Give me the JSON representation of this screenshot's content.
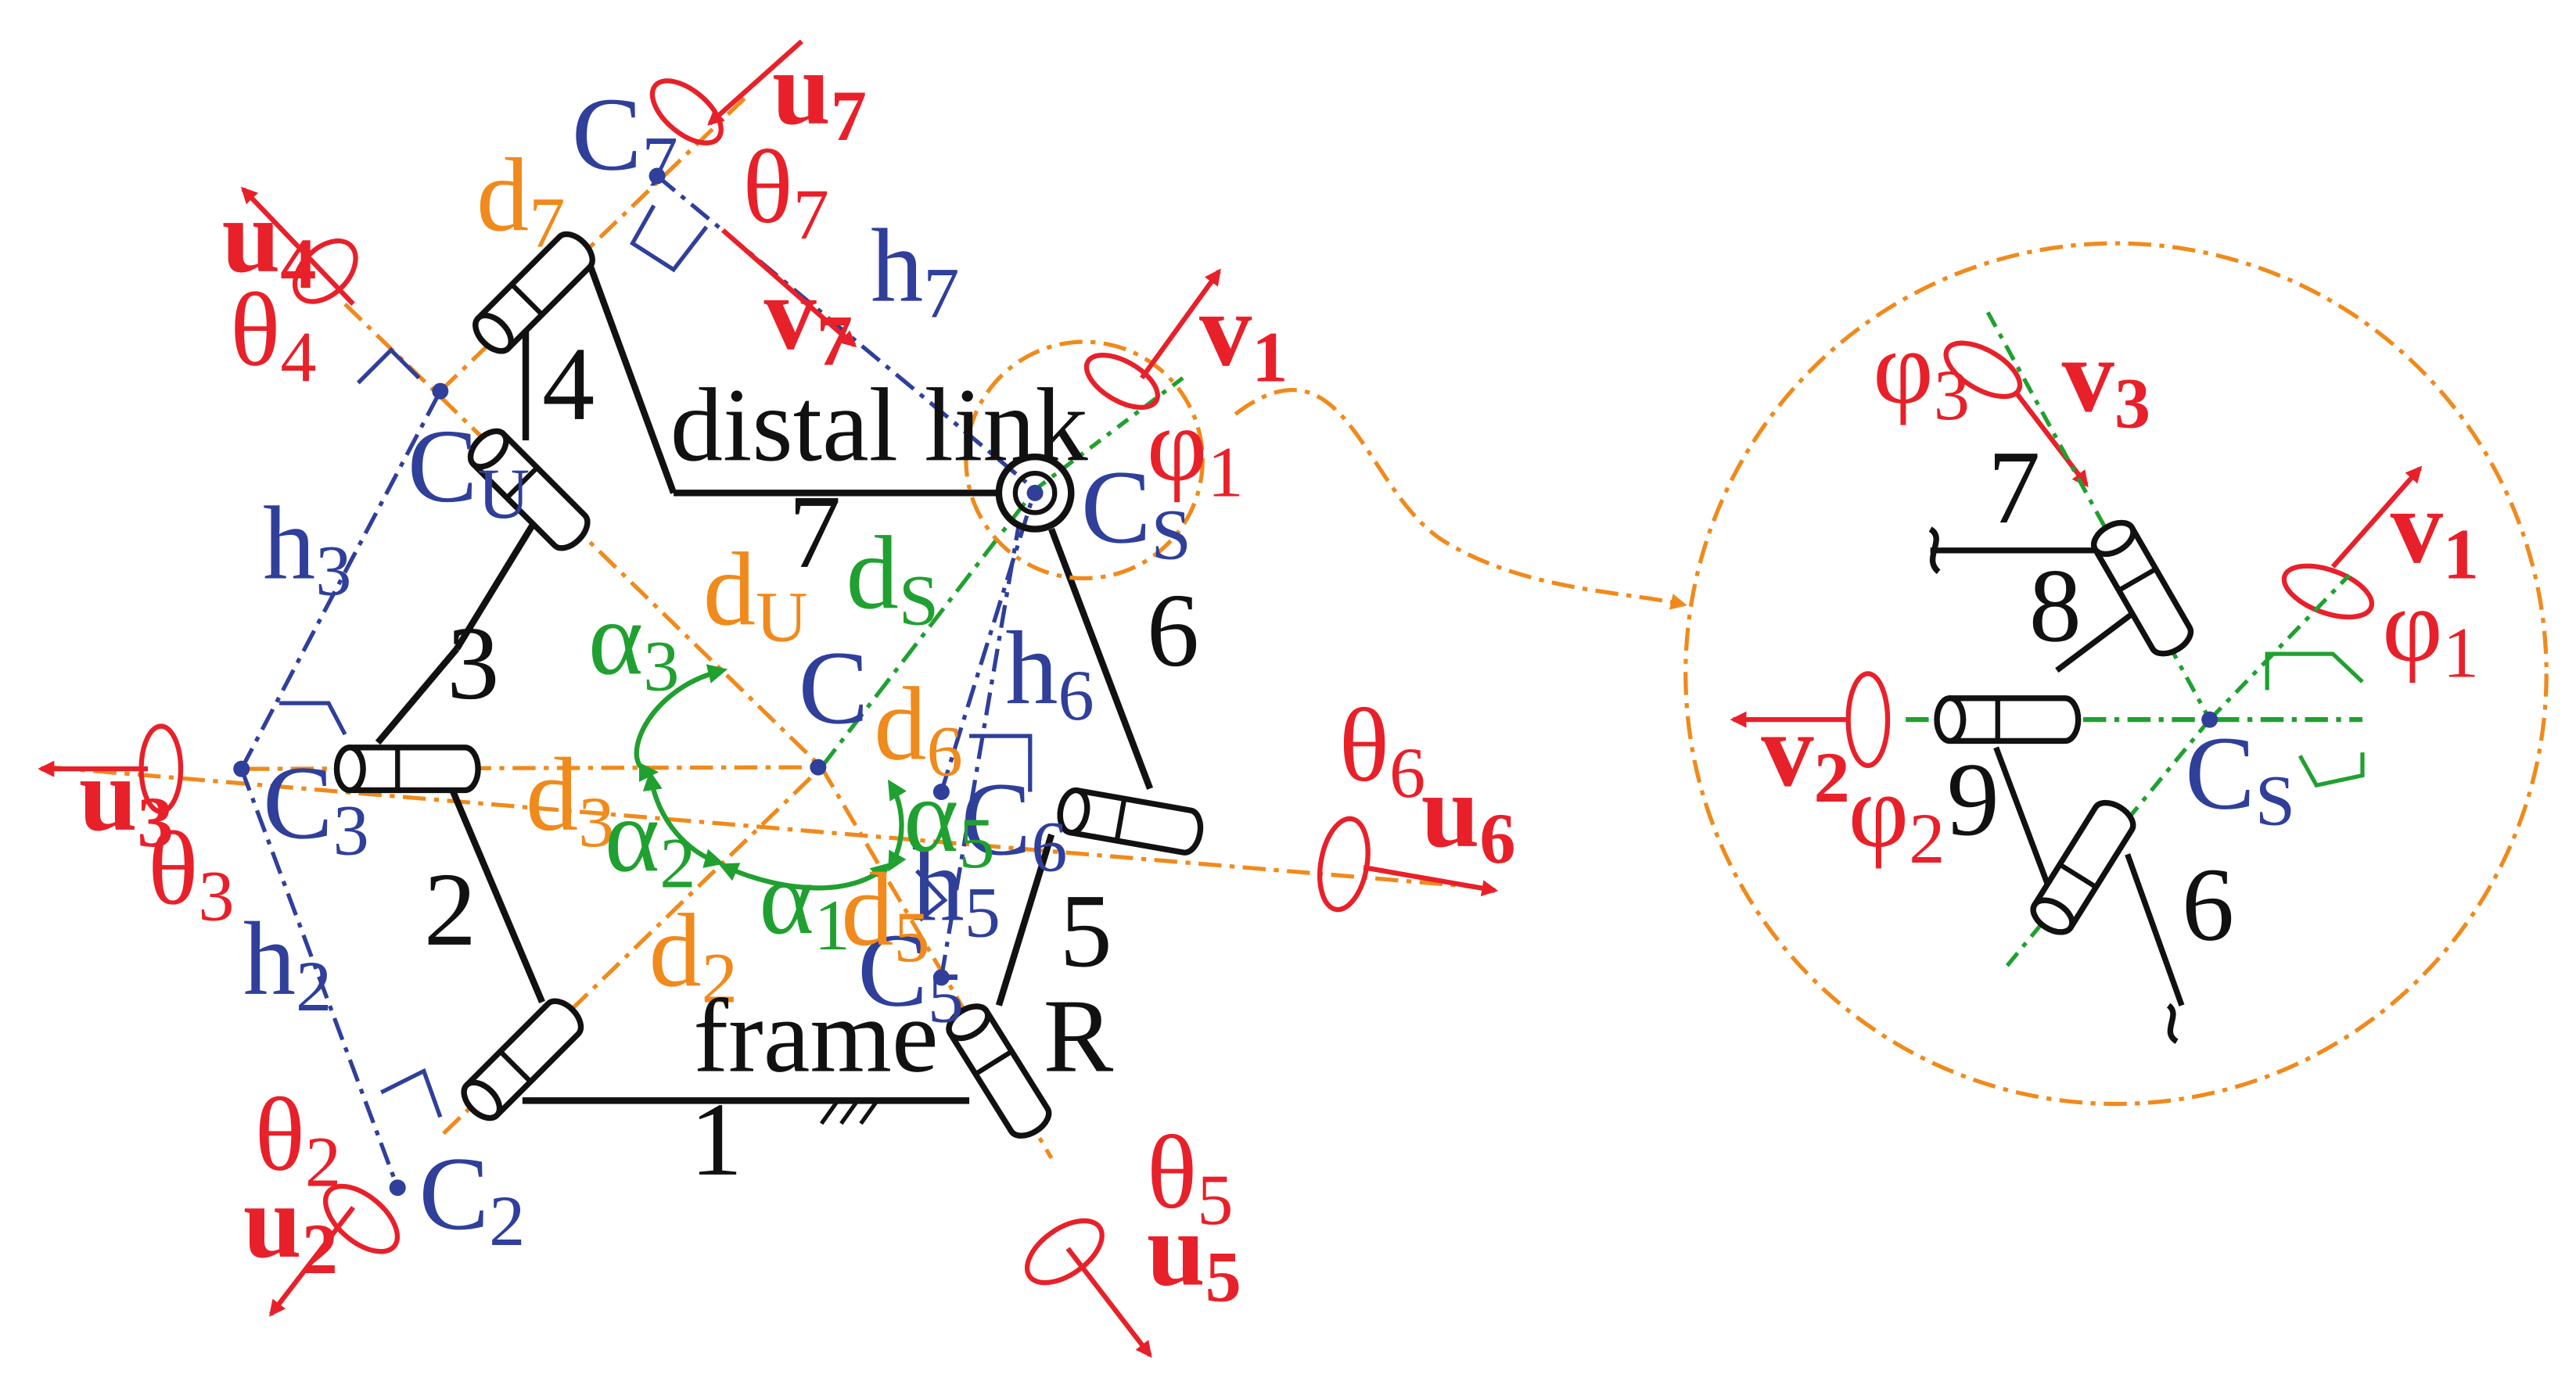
{
  "labels": {
    "C7": {
      "base": "C",
      "sub": "7"
    },
    "CU": {
      "base": "C",
      "sub": "U"
    },
    "h3": {
      "base": "h",
      "sub": "3"
    },
    "C3": {
      "base": "C",
      "sub": "3"
    },
    "h2": {
      "base": "h",
      "sub": "2"
    },
    "C2": {
      "base": "C",
      "sub": "2"
    },
    "h7": {
      "base": "h",
      "sub": "7"
    },
    "CS": {
      "base": "C",
      "sub": "S"
    },
    "h6": {
      "base": "h",
      "sub": "6"
    },
    "C": "C",
    "C6": {
      "base": "C",
      "sub": "6"
    },
    "h5": {
      "base": "h",
      "sub": "5"
    },
    "C5": {
      "base": "C",
      "sub": "5"
    },
    "inset_CS": {
      "base": "C",
      "sub": "S"
    },
    "d7": {
      "base": "d",
      "sub": "7"
    },
    "dU": {
      "base": "d",
      "sub": "U"
    },
    "d6": {
      "base": "d",
      "sub": "6"
    },
    "d3": {
      "base": "d",
      "sub": "3"
    },
    "d5": {
      "base": "d",
      "sub": "5"
    },
    "d2": {
      "base": "d",
      "sub": "2"
    },
    "dS": {
      "base": "d",
      "sub": "S"
    },
    "alpha3": {
      "base": "α",
      "sub": "3"
    },
    "alpha2": {
      "base": "α",
      "sub": "2"
    },
    "alpha1": {
      "base": "α",
      "sub": "1"
    },
    "alpha5": {
      "base": "α",
      "sub": "5"
    },
    "u7": {
      "base": "u",
      "sub": "7"
    },
    "theta7": {
      "base": "θ",
      "sub": "7"
    },
    "v7": {
      "base": "v",
      "sub": "7"
    },
    "u4": {
      "base": "u",
      "sub": "4"
    },
    "theta4": {
      "base": "θ",
      "sub": "4"
    },
    "u3": {
      "base": "u",
      "sub": "3"
    },
    "theta3": {
      "base": "θ",
      "sub": "3"
    },
    "theta2": {
      "base": "θ",
      "sub": "2"
    },
    "u2": {
      "base": "u",
      "sub": "2"
    },
    "theta5": {
      "base": "θ",
      "sub": "5"
    },
    "u5": {
      "base": "u",
      "sub": "5"
    },
    "theta6": {
      "base": "θ",
      "sub": "6"
    },
    "u6": {
      "base": "u",
      "sub": "6"
    },
    "v1": {
      "base": "v",
      "sub": "1"
    },
    "phi1": {
      "base": "φ",
      "sub": "1"
    },
    "inset_phi3": {
      "base": "φ",
      "sub": "3"
    },
    "inset_v3": {
      "base": "v",
      "sub": "3"
    },
    "inset_v1": {
      "base": "v",
      "sub": "1"
    },
    "inset_phi1": {
      "base": "φ",
      "sub": "1"
    },
    "inset_v2": {
      "base": "v",
      "sub": "2"
    },
    "inset_phi2": {
      "base": "φ",
      "sub": "2"
    },
    "link4": "4",
    "distal_link": "distal link",
    "link7": "7",
    "link6": "6",
    "link3": "3",
    "link2": "2",
    "link5": "5",
    "frame": "frame",
    "R": "R",
    "link1": "1",
    "inset7": "7",
    "inset8": "8",
    "inset9": "9",
    "inset6": "6"
  },
  "colors": {
    "vectors": "#e8202a",
    "points": "#2f3f9a",
    "axes": "#f08a1c",
    "angles": "#20a030",
    "links": "#111111"
  }
}
